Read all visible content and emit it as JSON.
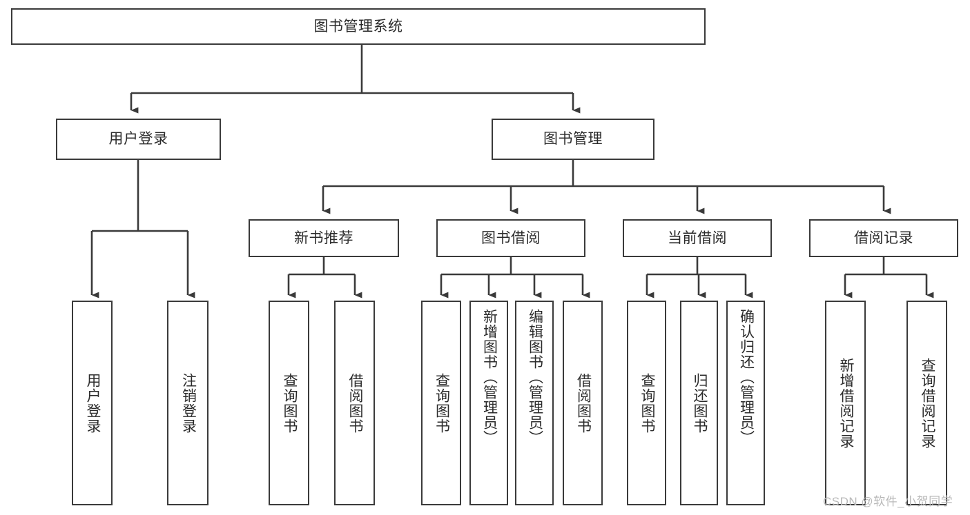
{
  "diagram": {
    "type": "tree-hierarchy-chart",
    "title": "图书管理系统",
    "root": {
      "label": "图书管理系统"
    },
    "level2": [
      {
        "id": "user-login",
        "label": "用户登录"
      },
      {
        "id": "book-management",
        "label": "图书管理"
      }
    ],
    "level3": [
      {
        "id": "new-book-recommend",
        "label": "新书推荐"
      },
      {
        "id": "book-borrow",
        "label": "图书借阅"
      },
      {
        "id": "current-borrow",
        "label": "当前借阅"
      },
      {
        "id": "borrow-record",
        "label": "借阅记录"
      }
    ],
    "leaves": [
      {
        "id": "leaf-user-login",
        "label": "用户登录",
        "parent": "user-login"
      },
      {
        "id": "leaf-logout-login",
        "label": "注销登录",
        "parent": "user-login"
      },
      {
        "id": "leaf-query-book-1",
        "label": "查询图书",
        "parent": "new-book-recommend"
      },
      {
        "id": "leaf-borrow-book-1",
        "label": "借阅图书",
        "parent": "new-book-recommend"
      },
      {
        "id": "leaf-query-book-2",
        "label": "查询图书",
        "parent": "book-borrow"
      },
      {
        "id": "leaf-add-book",
        "label": "新增图书（管理员）",
        "parent": "book-borrow"
      },
      {
        "id": "leaf-edit-book",
        "label": "编辑图书（管理员）",
        "parent": "book-borrow"
      },
      {
        "id": "leaf-borrow-book-2",
        "label": "借阅图书",
        "parent": "book-borrow"
      },
      {
        "id": "leaf-query-book-3",
        "label": "查询图书",
        "parent": "current-borrow"
      },
      {
        "id": "leaf-return-book",
        "label": "归还图书",
        "parent": "current-borrow"
      },
      {
        "id": "leaf-confirm-return",
        "label": "确认归还（管理员）",
        "parent": "current-borrow"
      },
      {
        "id": "leaf-add-record",
        "label": "新增借阅记录",
        "parent": "borrow-record"
      },
      {
        "id": "leaf-query-record",
        "label": "查询借阅记录",
        "parent": "borrow-record"
      }
    ],
    "colors": {
      "stroke": "#3a3a3a",
      "box_fill": "#ffffff",
      "text": "#2b2b2b",
      "background": "#ffffff",
      "watermark": "#b9b9b9"
    }
  },
  "watermark": {
    "text": "CSDN @软件_小贺同学"
  }
}
